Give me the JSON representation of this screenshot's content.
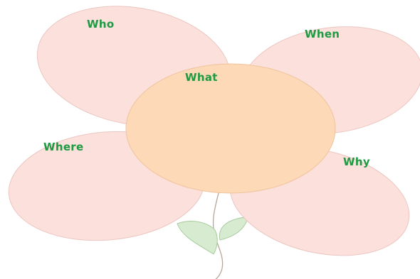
{
  "colors": {
    "petal_fill": "#fbe0dc",
    "petal_stroke": "#ecc6c0",
    "center_fill": "#fdd9b8",
    "center_stroke": "#f0c39c",
    "leaf_fill": "#d6ebcf",
    "leaf_stroke": "#a9cc9f",
    "stem": "#b7a79a",
    "label": "#1e9a43"
  },
  "labels": {
    "who": "Who",
    "when": "When",
    "what": "What",
    "where": "Where",
    "why": "Why"
  }
}
